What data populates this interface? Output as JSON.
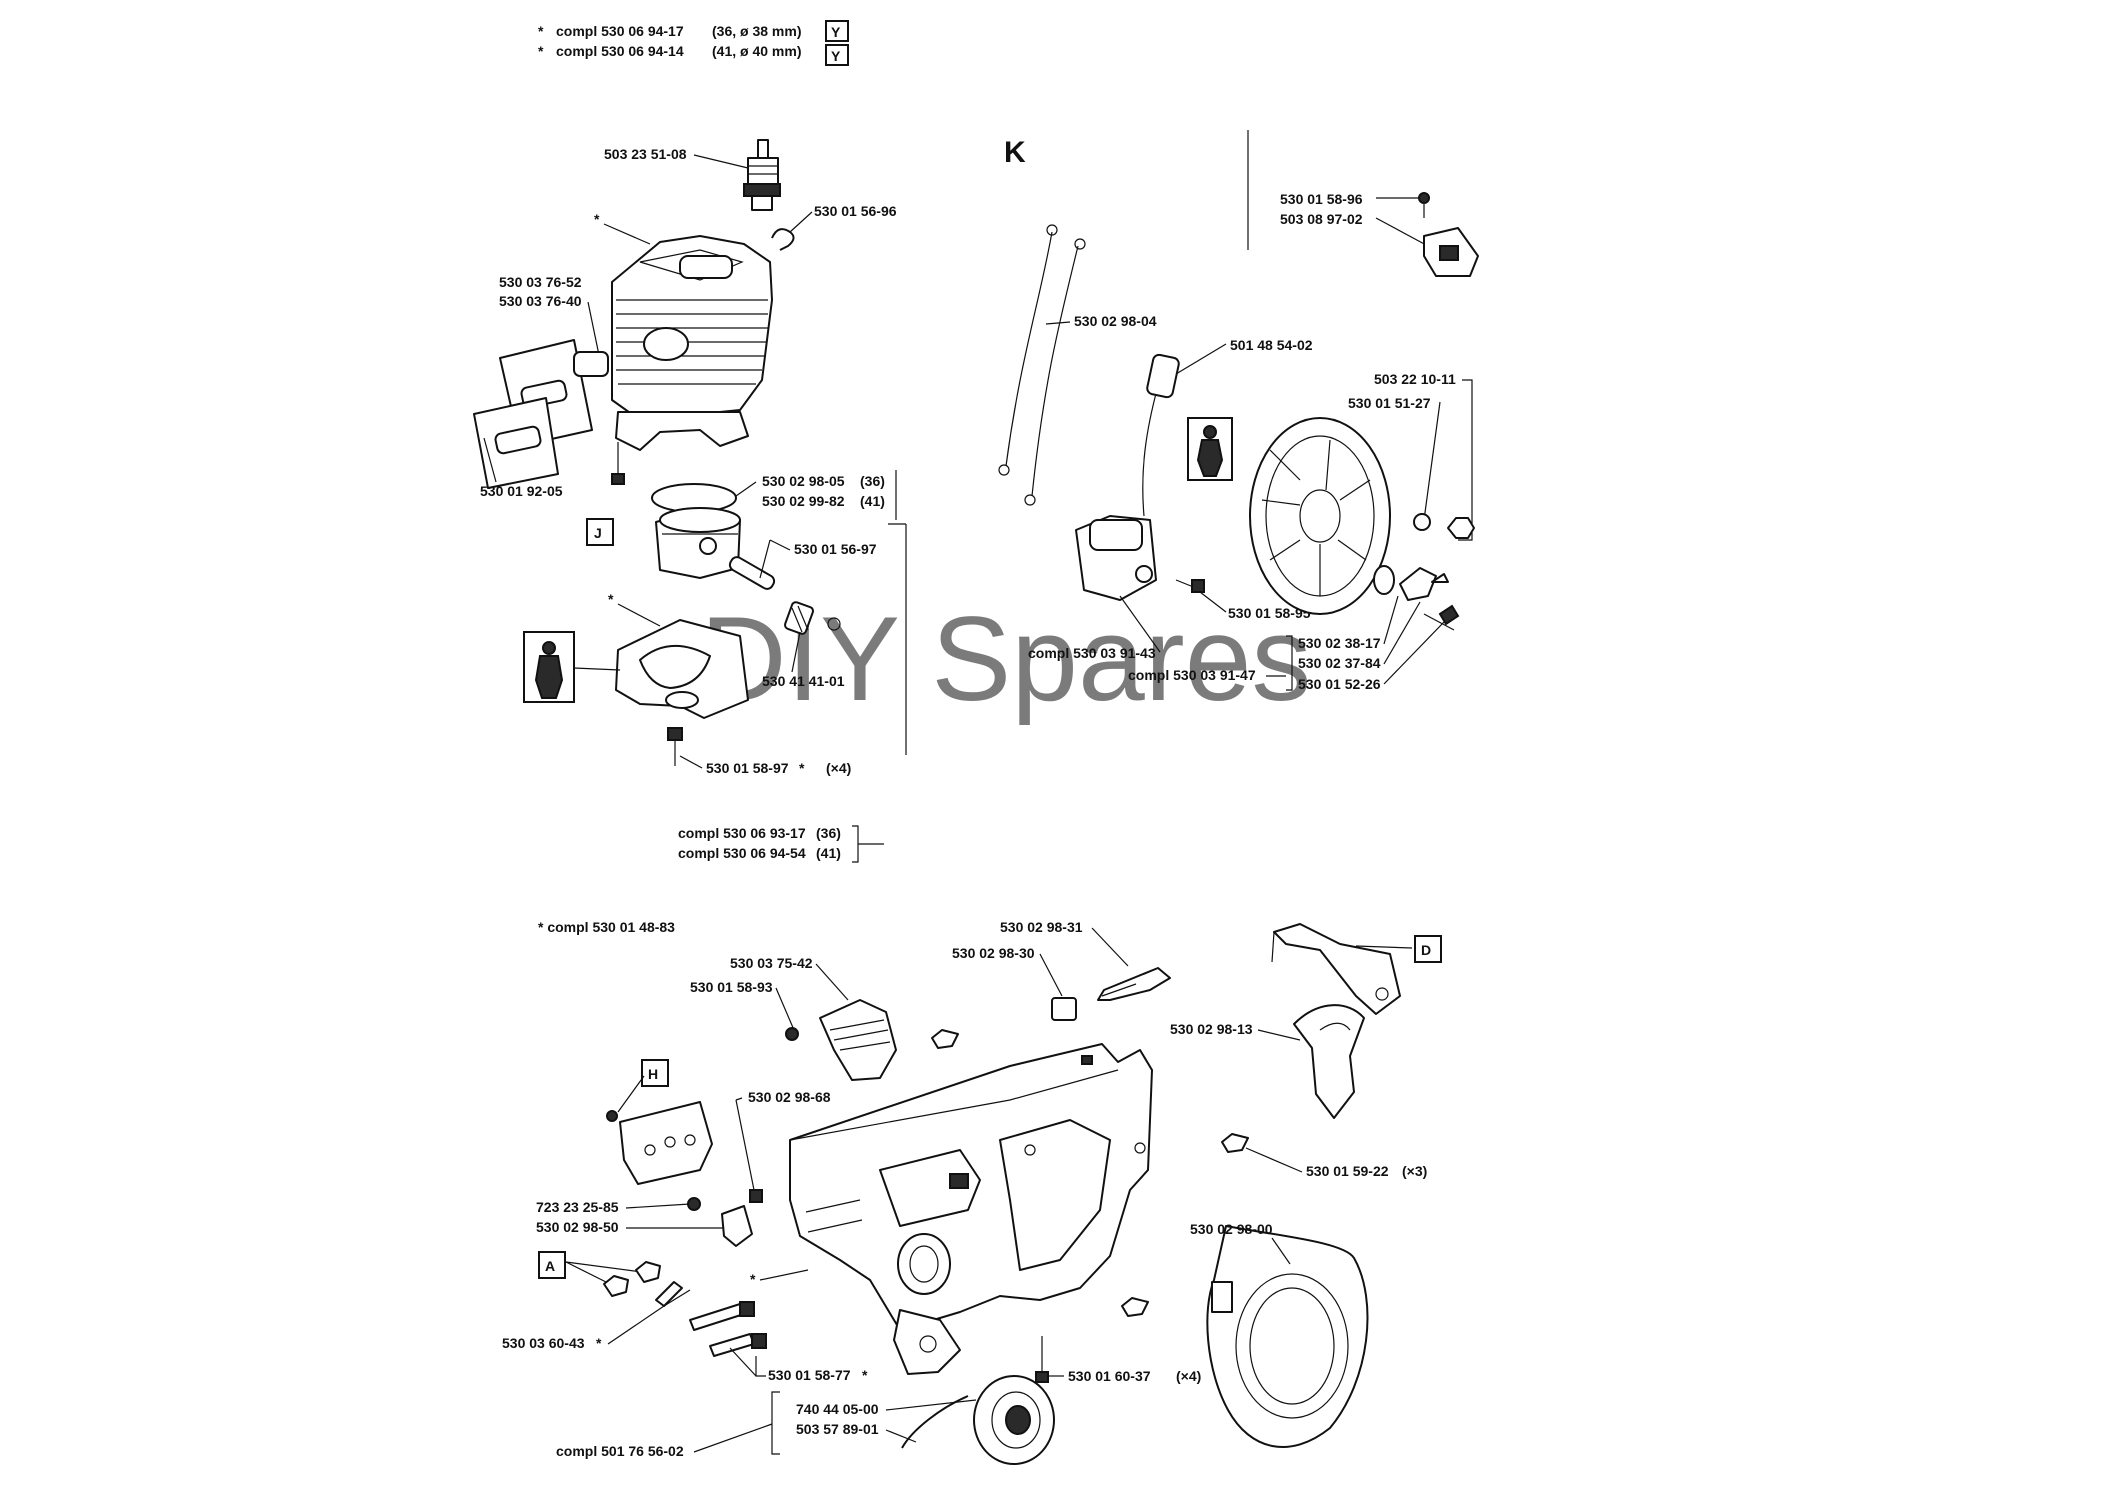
{
  "watermark": "DIY Spares",
  "header": {
    "lines": [
      {
        "star": "*",
        "code": "compl 530 06 94-17",
        "spec": "(36, ø 38 mm)",
        "box": "Y"
      },
      {
        "star": "*",
        "code": "compl 530 06 94-14",
        "spec": "(41, ø 40 mm)",
        "box": "Y"
      }
    ]
  },
  "letters": {
    "K": "K",
    "J": "J",
    "H": "H",
    "D": "D",
    "A": "A"
  },
  "cylinder_section": {
    "star_marks": [
      "*",
      "*"
    ],
    "labels": {
      "spark_plug": "503 23 51-08",
      "clip": "530 01 56-96",
      "gasket_a": "530 03 76-52",
      "gasket_b": "530 03 76-40",
      "base_gasket": "530 01 92-05",
      "ring_36": "530 02 98-05",
      "ring_41": "530 02 99-82",
      "ring_36_size": "(36)",
      "ring_41_size": "(41)",
      "piston_pin_clip": "530 01 56-97",
      "bearing": "530 41 41-01",
      "screw": "530 01 58-97",
      "screw_star": "*",
      "screw_qty": "(×4)",
      "compl_36": "compl 530 06 93-17",
      "compl_36_size": "(36)",
      "compl_41": "compl 530 06 94-54",
      "compl_41_size": "(41)"
    }
  },
  "ignition_section": {
    "labels": {
      "wire": "530 02 98-04",
      "plug_cap": "501 48 54-02",
      "switch_screw": "530 01 58-96",
      "switch": "503 08 97-02",
      "nut": "503 22 10-11",
      "washer": "530 01 51-27",
      "coil_screw": "530 01 58-95",
      "coil_compl": "compl 530 03 91-43",
      "pawl": "530 02 38-17",
      "spring": "530 02 37-84",
      "pawl_screw": "530 01 52-26",
      "flywheel_compl": "compl 530 03 91-47"
    }
  },
  "crankcase_section": {
    "compl_note": "* compl 530 01 48-83",
    "labels": {
      "bracket": "530 02 98-31",
      "bushing": "530 02 98-30",
      "cover": "530 03 75-42",
      "cover_screw": "530 01 58-93",
      "buffer": "530 02 98-68",
      "guide": "530 02 98-13",
      "nut_x3": "530 01 59-22",
      "nut_x3_qty": "(×3)",
      "screw_a": "723 23 25-85",
      "plate": "530 02 98-50",
      "stud": "530 03 60-43",
      "stud_star": "*",
      "stud_screw": "530 01 58-77",
      "stud_screw_star": "*",
      "screw_x4": "530 01 60-37",
      "screw_x4_qty": "(×4)",
      "housing": "530 02 98-00",
      "pulley_a": "740 44 05-00",
      "pulley_b": "503 57 89-01",
      "starter_compl": "compl 501 76 56-02",
      "star_main": "*"
    }
  }
}
